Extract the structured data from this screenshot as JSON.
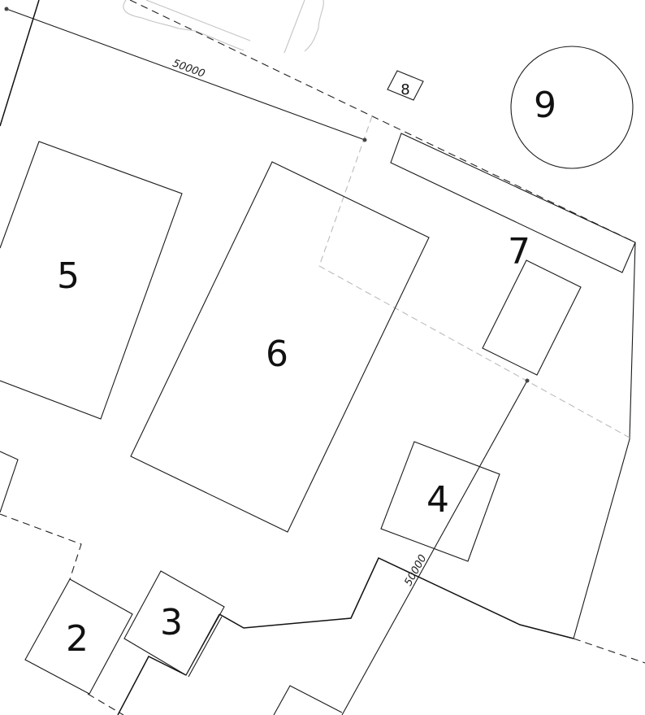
{
  "drawing": {
    "buildings": [
      {
        "id": "2",
        "label": "2"
      },
      {
        "id": "3",
        "label": "3"
      },
      {
        "id": "4",
        "label": "4"
      },
      {
        "id": "5",
        "label": "5"
      },
      {
        "id": "6",
        "label": "6"
      },
      {
        "id": "7",
        "label": "7"
      },
      {
        "id": "8",
        "label": "8"
      },
      {
        "id": "9",
        "label": "9"
      }
    ],
    "dimensions": [
      {
        "label": "50000"
      },
      {
        "label": "50000"
      }
    ],
    "colors": {
      "line": "#1a1a1a",
      "hidden": "#bbbbbb",
      "background": "#ffffff"
    }
  }
}
